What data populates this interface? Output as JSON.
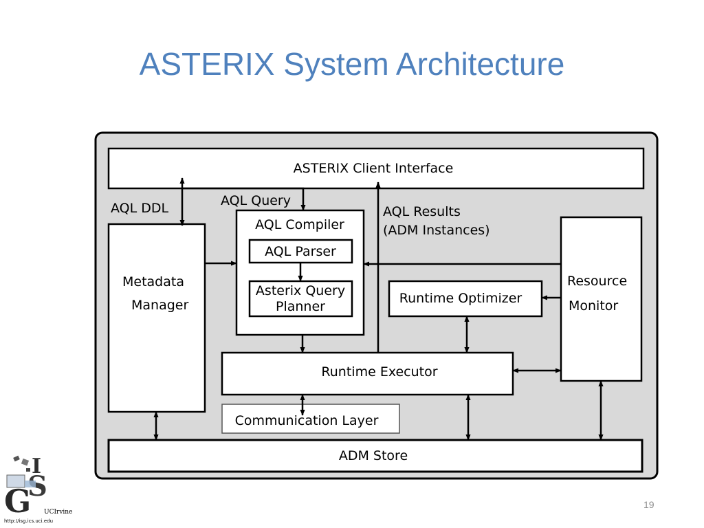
{
  "slide": {
    "title": "ASTERIX System Architecture",
    "page_number": "19"
  },
  "diagram": {
    "components": {
      "client_interface": "ASTERIX Client Interface",
      "aql_compiler": "AQL Compiler",
      "aql_parser": "AQL Parser",
      "query_planner_line1": "Asterix Query",
      "query_planner_line2": "Planner",
      "metadata_manager_line1": "Metadata",
      "metadata_manager_line2": "Manager",
      "runtime_optimizer": "Runtime Optimizer",
      "resource_monitor_line1": "Resource",
      "resource_monitor_line2": "Monitor",
      "runtime_executor": "Runtime Executor",
      "communication_layer": "Communication Layer",
      "adm_store": "ADM Store"
    },
    "labels": {
      "aql_ddl": "AQL DDL",
      "aql_query": "AQL Query",
      "aql_results_line1": "AQL Results",
      "aql_results_line2": "(ADM  Instances)"
    }
  },
  "logo": {
    "org": "UCIrvine",
    "url": "http://isg.ics.uci.edu"
  }
}
